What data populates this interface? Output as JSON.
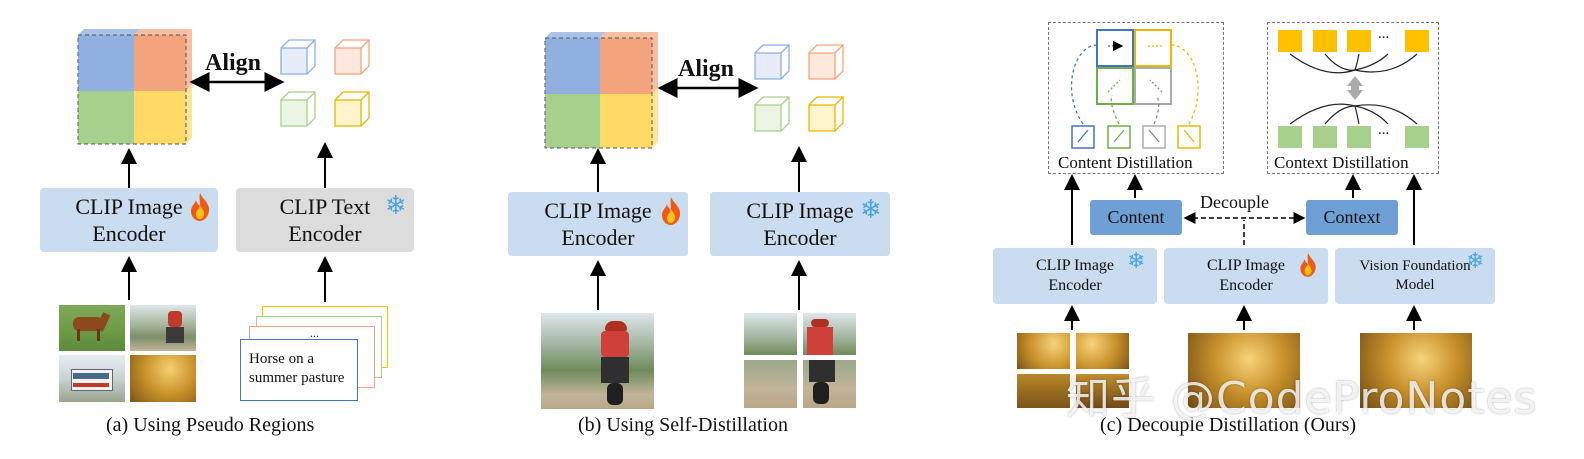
{
  "panels": {
    "a": {
      "caption": "(a) Using Pseudo Regions",
      "align_label": "Align",
      "image_encoder": "CLIP Image Encoder",
      "text_encoder": "CLIP Text Encoder",
      "card_text": "Horse on a summer pasture",
      "card_dots": "..."
    },
    "b": {
      "caption": "(b) Using Self-Distillation",
      "align_label": "Align",
      "student_encoder": "CLIP Image Encoder",
      "teacher_encoder": "CLIP Image Encoder"
    },
    "c": {
      "caption": "(c) Decouple Distillation (Ours)",
      "content_distillation": "Content Distillation",
      "context_distillation": "Context Distillation",
      "content": "Content",
      "context": "Context",
      "decouple": "Decouple",
      "frozen_clip_encoder": "CLIP Image Encoder",
      "trainable_clip_encoder": "CLIP Image Encoder",
      "vfm": "Vision Foundation Model",
      "dots": "..."
    }
  },
  "watermark": "知乎 @CodeProNotes",
  "colors": {
    "blue": "#8fb0e0",
    "orange": "#f4a47c",
    "green": "#a8d08d",
    "yellow": "#ffd966",
    "encoder_blue": "#c9dcf0",
    "encoder_gray": "#dcdcdc",
    "content_box": "#6ea0d6",
    "frozen_icon": "#4aa3e0"
  },
  "icons": [
    "fire-icon",
    "snowflake-icon"
  ]
}
